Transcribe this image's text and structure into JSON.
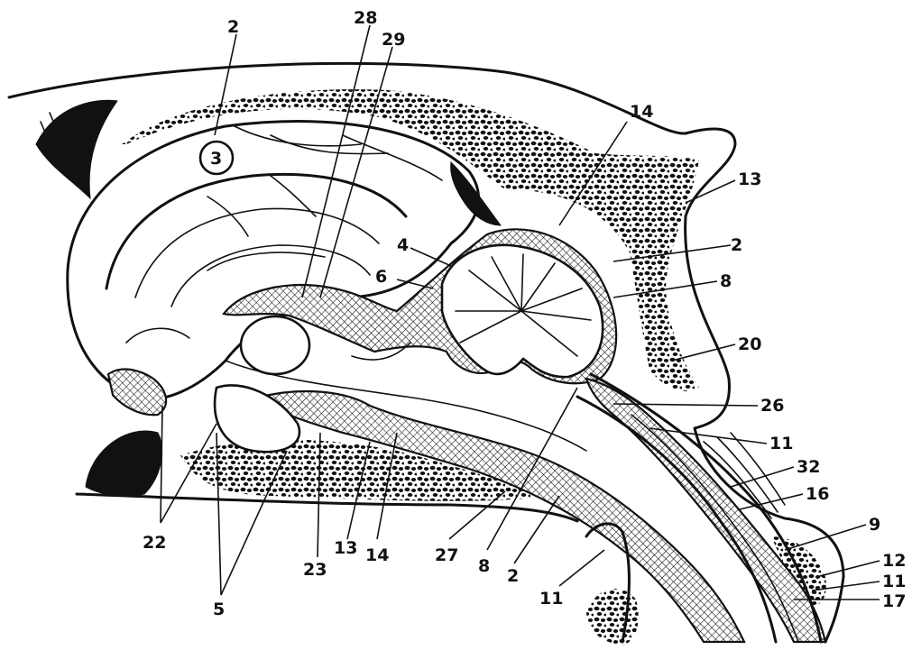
{
  "figure": {
    "caption_fragment": "",
    "labels": [
      {
        "id": "l2a",
        "text": "2"
      },
      {
        "id": "l28",
        "text": "28"
      },
      {
        "id": "l29",
        "text": "29"
      },
      {
        "id": "l14a",
        "text": "14"
      },
      {
        "id": "l3",
        "text": "3"
      },
      {
        "id": "l13a",
        "text": "13"
      },
      {
        "id": "l4",
        "text": "4"
      },
      {
        "id": "l2b",
        "text": "2"
      },
      {
        "id": "l6",
        "text": "6"
      },
      {
        "id": "l8a",
        "text": "8"
      },
      {
        "id": "l20",
        "text": "20"
      },
      {
        "id": "l26",
        "text": "26"
      },
      {
        "id": "l11a",
        "text": "11"
      },
      {
        "id": "l32",
        "text": "32"
      },
      {
        "id": "l16",
        "text": "16"
      },
      {
        "id": "l9",
        "text": "9"
      },
      {
        "id": "l12",
        "text": "12"
      },
      {
        "id": "l11b",
        "text": "11"
      },
      {
        "id": "l17",
        "text": "17"
      },
      {
        "id": "l22",
        "text": "22"
      },
      {
        "id": "l23",
        "text": "23"
      },
      {
        "id": "l13b",
        "text": "13"
      },
      {
        "id": "l14b",
        "text": "14"
      },
      {
        "id": "l27",
        "text": "27"
      },
      {
        "id": "l8b",
        "text": "8"
      },
      {
        "id": "l2c",
        "text": "2"
      },
      {
        "id": "l11c",
        "text": "11"
      },
      {
        "id": "l5",
        "text": "5"
      }
    ]
  }
}
